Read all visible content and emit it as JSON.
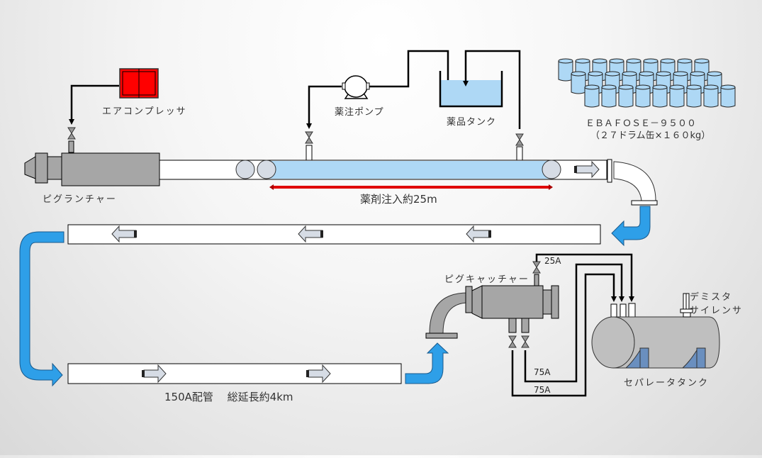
{
  "colors": {
    "pipe_fill": "#ffffff",
    "chemical_fill": "#aed8f5",
    "machine_gray": "#a6a6a6",
    "tank_gray": "#bfbfbf",
    "compressor_red": "#ff0000",
    "flow_blue": "#2e9fe8",
    "red_span": "#e00000",
    "pig_fill": "#d6dce5",
    "saddle_blue": "#6a8fbf",
    "drum_fill": "#aed8f5"
  },
  "labels": {
    "air_compressor": "エアコンプレッサ",
    "pig_launcher": "ピグランチャー",
    "injection_pump": "薬注ポンプ",
    "chemical_tank": "薬品タンク",
    "drums_product": "ＥＢＡＦＯＳＥ－９５００",
    "drums_qty": "（２７ドラム缶×１６０kg）",
    "injection_span": "薬剤注入約25m",
    "pipeline": "150A配管　 総延長約4km",
    "pig_catcher": "ピグキャッチャー",
    "line_25a": "25A",
    "line_75a_1": "75A",
    "line_75a_2": "75A",
    "demister": "デミスタ",
    "silencer": "サイレンサ",
    "separator_tank": "セパレータタンク"
  },
  "drums": {
    "rows": [
      9,
      9,
      9
    ],
    "total": 27
  }
}
